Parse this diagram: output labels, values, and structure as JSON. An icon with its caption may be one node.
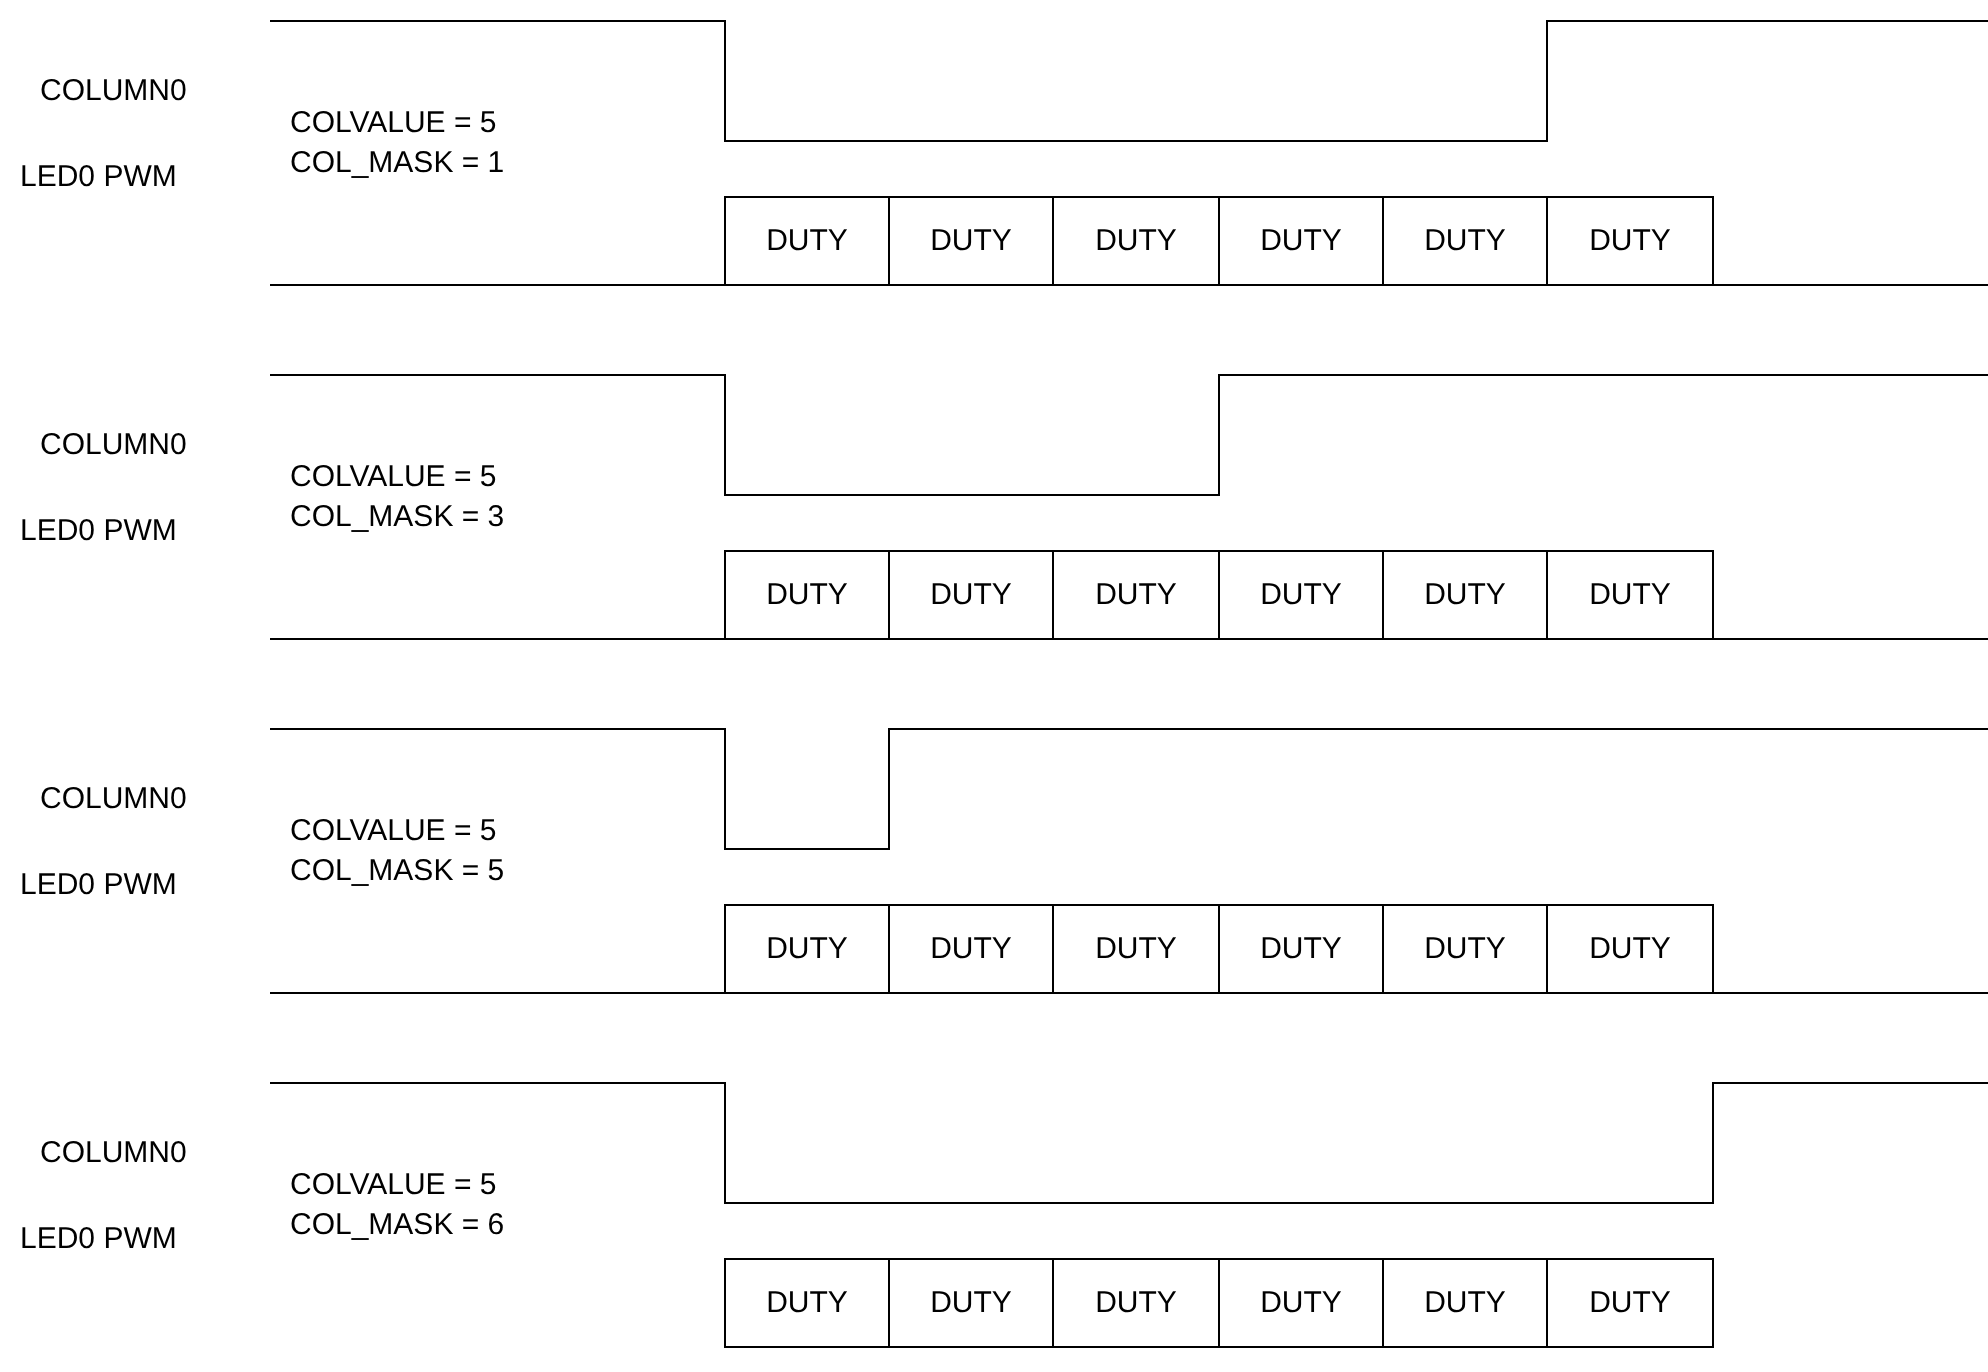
{
  "diagram": {
    "nodes": [
      {
        "text": [
          "DUTY"
        ]
      },
      {
        "text": [
          "DUTY"
        ]
      },
      {
        "text": [
          "DUTY"
        ]
      },
      {
        "text": [
          "DUTY"
        ]
      },
      {
        "text": [
          "DUTY"
        ]
      },
      {
        "text": [
          "DUTY"
        ]
      },
      {
        "text": [
          "DUTY"
        ]
      },
      {
        "text": [
          "DUTY"
        ]
      },
      {
        "text": [
          "DUTY"
        ]
      },
      {
        "text": [
          "DUTY"
        ]
      },
      {
        "text": [
          "DUTY"
        ]
      },
      {
        "text": [
          "DUTY"
        ]
      },
      {
        "text": [
          "DUTY"
        ]
      },
      {
        "text": [
          "DUTY"
        ]
      },
      {
        "text": [
          "DUTY"
        ]
      },
      {
        "text": [
          "DUTY"
        ]
      },
      {
        "text": [
          "DUTY"
        ]
      },
      {
        "text": [
          "DUTY"
        ]
      },
      {
        "text": [
          "DUTY"
        ]
      },
      {
        "text": [
          "DUTY"
        ]
      },
      {
        "text": [
          "DUTY"
        ]
      },
      {
        "text": [
          "DUTY"
        ]
      },
      {
        "text": [
          "DUTY"
        ]
      },
      {
        "text": [
          "DUTY"
        ]
      }
    ],
    "labels": [
      "COLUMN0",
      "COLVALUE = 5",
      "LED0 PWM",
      "COL_MASK = 1",
      "COLUMN0",
      "COLVALUE = 5",
      "LED0 PWM",
      "COL_MASK = 3",
      "COLUMN0",
      "COLVALUE = 5",
      "LED0 PWM",
      "COL_MASK = 5",
      "COLUMN0",
      "COLVALUE = 5",
      "LED0 PWM",
      "COL_MASK = 6"
    ]
  }
}
